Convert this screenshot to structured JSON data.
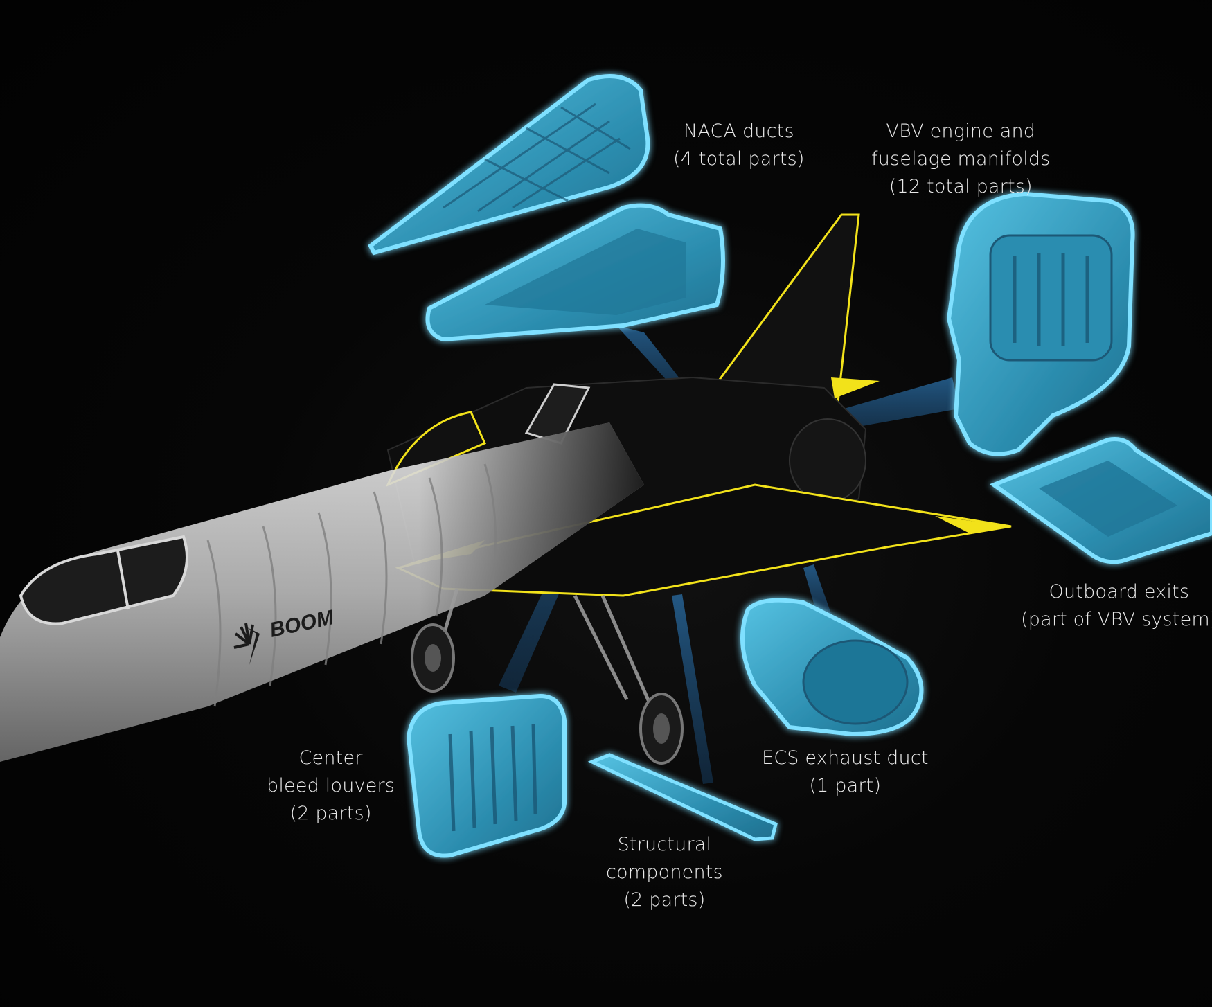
{
  "brand": {
    "logo_text": "BOOM"
  },
  "callouts": {
    "naca_ducts": {
      "line1": "NACA ducts",
      "line2": "(4 total parts)"
    },
    "vbv_manifolds": {
      "line1": "VBV engine and",
      "line2": "fuselage manifolds",
      "line3": "(12 total parts)"
    },
    "outboard_exits": {
      "line1": "Outboard exits",
      "line2": "(part of VBV system)"
    },
    "ecs_exhaust": {
      "line1": "ECS exhaust duct",
      "line2": "(1 part)"
    },
    "structural": {
      "line1": "Structural",
      "line2": "components",
      "line3": "(2 parts)"
    },
    "center_bleed": {
      "line1": "Center",
      "line2": "bleed louvers",
      "line3": "(2 parts)"
    }
  },
  "colors": {
    "background": "#030303",
    "part_fill": "#3aa6c8",
    "part_glow": "#5fd3f5",
    "leader": "#1e5a8a",
    "accent_yellow": "#f2e21a",
    "fuselage": "#c9c9c9",
    "label_text": "#e8e8e8"
  }
}
